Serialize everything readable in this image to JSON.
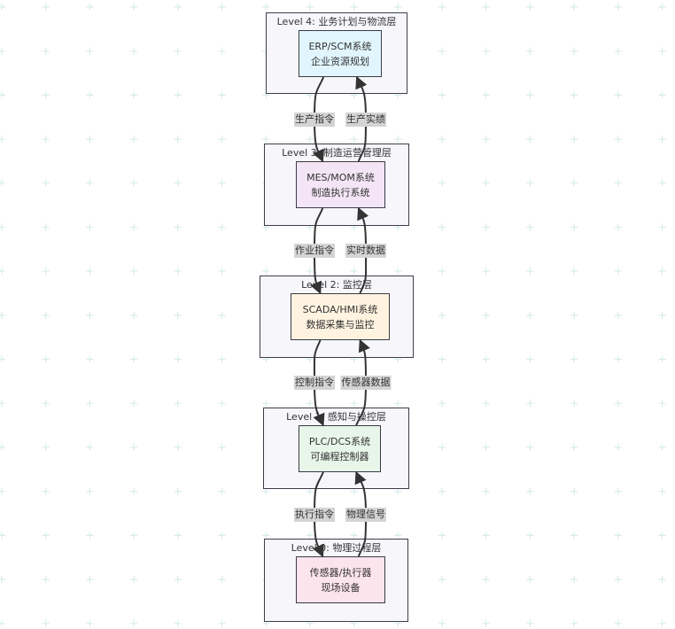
{
  "layers": [
    {
      "title": "Level 4: 业务计划与物流层",
      "node": {
        "line1": "ERP/SCM系统",
        "line2": "企业资源规划",
        "fill": "#e1f5fe"
      }
    },
    {
      "title": "Level 3: 制造运营管理层",
      "node": {
        "line1": "MES/MOM系统",
        "line2": "制造执行系统",
        "fill": "#f3e5f5"
      }
    },
    {
      "title": "Level 2: 监控层",
      "node": {
        "line1": "SCADA/HMI系统",
        "line2": "数据采集与监控",
        "fill": "#fff3e0"
      }
    },
    {
      "title": "Level 1: 感知与操控层",
      "node": {
        "line1": "PLC/DCS系统",
        "line2": "可编程控制器",
        "fill": "#e8f5e9"
      }
    },
    {
      "title": "Level 0: 物理过程层",
      "node": {
        "line1": "传感器/执行器",
        "line2": "现场设备",
        "fill": "#fce4ec"
      }
    }
  ],
  "edges": [
    {
      "from": 0,
      "to": 1,
      "down_label": "生产指令",
      "up_label": "生产实绩"
    },
    {
      "from": 1,
      "to": 2,
      "down_label": "作业指令",
      "up_label": "实时数据"
    },
    {
      "from": 2,
      "to": 3,
      "down_label": "控制指令",
      "up_label": "传感器数据"
    },
    {
      "from": 3,
      "to": 4,
      "down_label": "执行指令",
      "up_label": "物理信号"
    }
  ],
  "colors": {
    "background": "#ffffff",
    "grid_cross": "#d7eee8",
    "layer_fill": "#f7f7fb",
    "stroke": "#333333",
    "label_bg": "#d4d4d4"
  }
}
